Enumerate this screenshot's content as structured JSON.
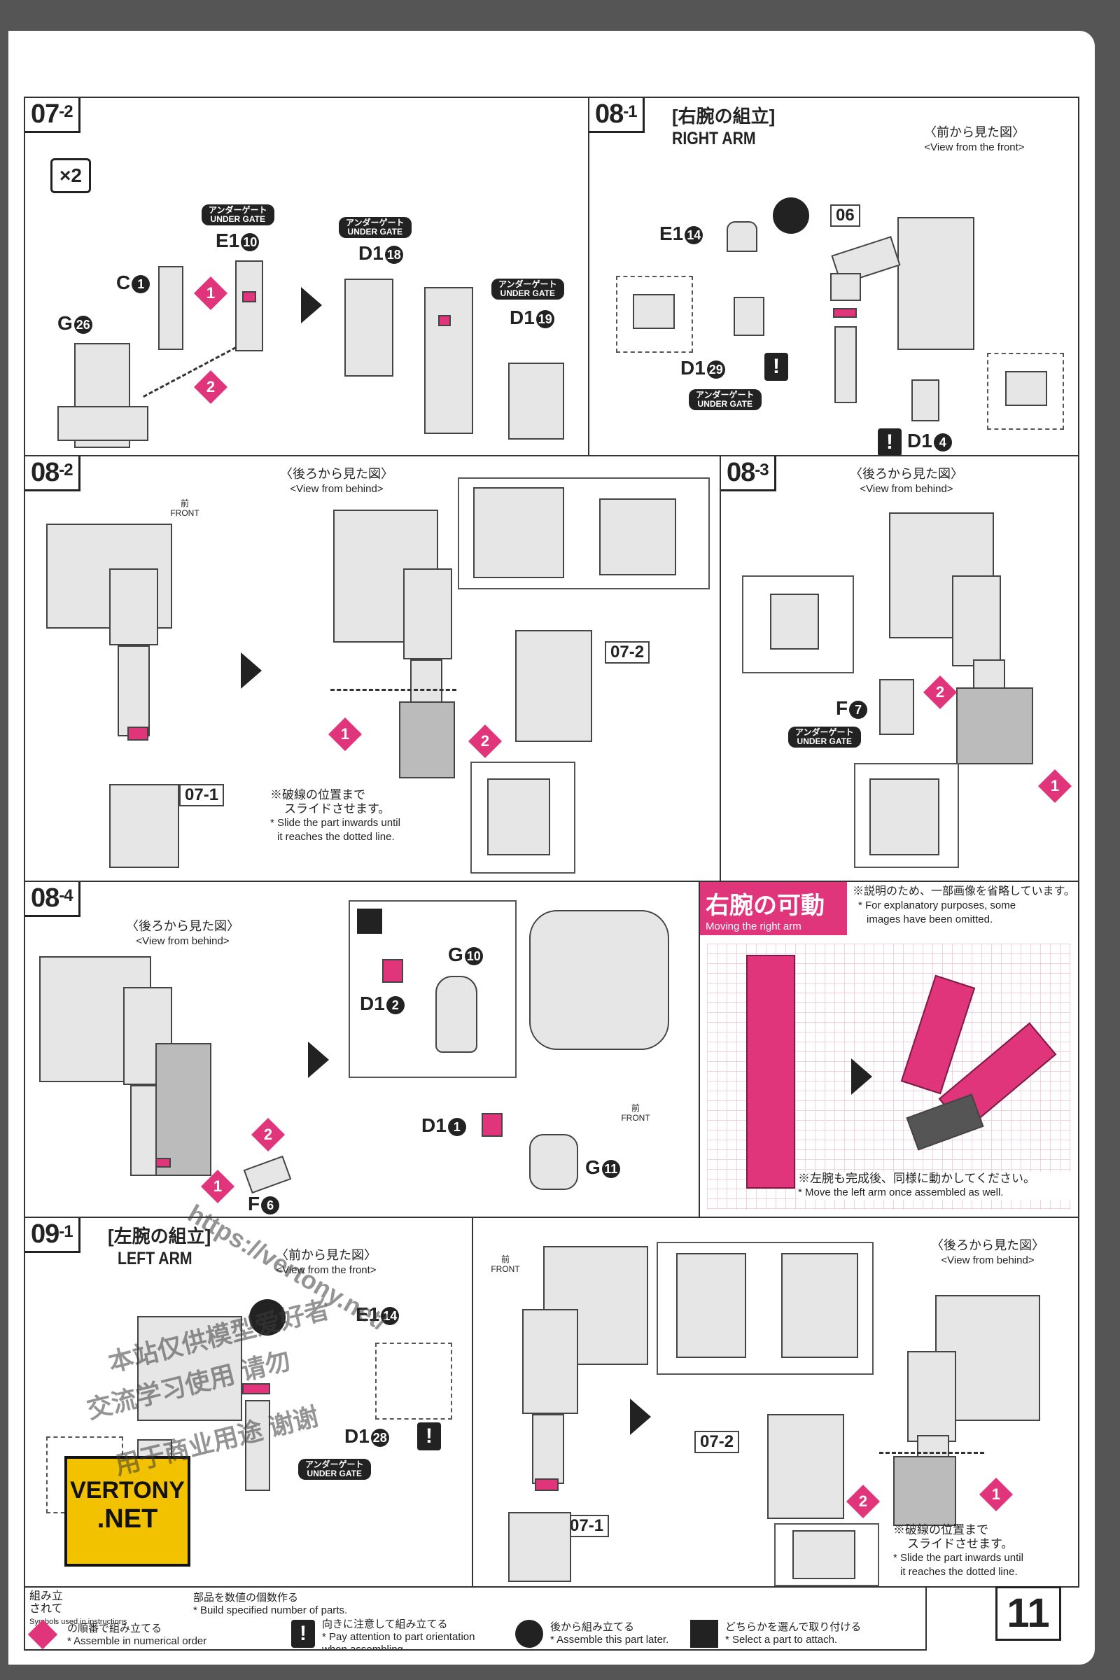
{
  "page_number": "11",
  "step_07_2": {
    "id": "07",
    "sub": "-2",
    "multiplier": "×2",
    "gate_label_jp": "アンダーゲート",
    "gate_label_en": "UNDER GATE",
    "parts": [
      {
        "label": "E1",
        "num": "10"
      },
      {
        "label": "C",
        "num": "1"
      },
      {
        "label": "G",
        "num": "26"
      },
      {
        "label": "D1",
        "num": "18"
      },
      {
        "label": "D1",
        "num": "19"
      }
    ],
    "order": [
      "1",
      "2"
    ]
  },
  "step_08_1": {
    "id": "08",
    "sub": "-1",
    "title_jp": "[右腕の組立]",
    "title_en": "RIGHT ARM",
    "view_jp": "〈前から見た図〉",
    "view_en": "<View from the front>",
    "ref": "06",
    "parts": [
      {
        "label": "E1",
        "num": "14"
      },
      {
        "label": "D1",
        "num": "29"
      },
      {
        "label": "D1",
        "num": "4"
      }
    ],
    "gate_label_jp": "アンダーゲート",
    "gate_label_en": "UNDER GATE"
  },
  "step_08_2": {
    "id": "08",
    "sub": "-2",
    "front_jp": "前",
    "front_en": "FRONT",
    "view_jp": "〈後ろから見た図〉",
    "view_en": "<View from behind>",
    "ref_a": "07-1",
    "ref_b": "07-2",
    "note_jp_1": "※破線の位置まで",
    "note_jp_2": "スライドさせます。",
    "note_en_1": "* Slide the part inwards until",
    "note_en_2": "it reaches the dotted line."
  },
  "step_08_3": {
    "id": "08",
    "sub": "-3",
    "view_jp": "〈後ろから見た図〉",
    "view_en": "<View from behind>",
    "part": {
      "label": "F",
      "num": "7"
    },
    "gate_label_jp": "アンダーゲート",
    "gate_label_en": "UNDER GATE"
  },
  "step_08_4": {
    "id": "08",
    "sub": "-4",
    "view_jp": "〈後ろから見た図〉",
    "view_en": "<View from behind>",
    "parts": [
      {
        "label": "F",
        "num": "6"
      },
      {
        "label": "G",
        "num": "10"
      },
      {
        "label": "D1",
        "num": "2"
      },
      {
        "label": "D1",
        "num": "1"
      },
      {
        "label": "G",
        "num": "11"
      }
    ],
    "front_jp": "前",
    "front_en": "FRONT"
  },
  "moving_right_arm": {
    "title_jp": "右腕の可動",
    "title_en": "Moving the right arm",
    "note_jp": "※説明のため、一部画像を省略しています。",
    "note_en_1": "* For explanatory purposes, some",
    "note_en_2": "images have been omitted.",
    "footer_jp": "※左腕も完成後、同様に動かしてください。",
    "footer_en": "* Move the left arm once assembled as well."
  },
  "step_09_1": {
    "id": "09",
    "sub": "-1",
    "title_jp": "[左腕の組立]",
    "title_en": "LEFT ARM",
    "view_front_jp": "〈前から見た図〉",
    "view_front_en": "<View from the front>",
    "view_behind_jp": "〈後ろから見た図〉",
    "view_behind_en": "<View from behind>",
    "front_jp": "前",
    "front_en": "FRONT",
    "parts": [
      {
        "label": "E1",
        "num": "14"
      },
      {
        "label": "D1",
        "num": "28"
      }
    ],
    "gate_label_jp": "アンダーゲート",
    "gate_label_en": "UNDER GATE",
    "ref_a": "07-1",
    "ref_b": "07-2",
    "note_jp_1": "※破線の位置まで",
    "note_jp_2": "スライドさせます。",
    "note_en_1": "* Slide the part inwards until",
    "note_en_2": "it reaches the dotted line."
  },
  "legend": {
    "title_jp_1": "組み立",
    "title_jp_2": "されて",
    "title_en": "Symbols used in instructions",
    "build_jp": "部品を数値の個数作る",
    "build_en": "* Build specified number of parts.",
    "order_jp": "の順番で組み立てる",
    "order_en": "* Assemble in numerical order",
    "attention_jp": "向きに注意して組み立てる",
    "attention_en_1": "* Pay attention to part orientation",
    "attention_en_2": "when assembling.",
    "later_jp": "後から組み立てる",
    "later_en": "* Assemble this part later.",
    "select_jp": "どちらかを選んで取り付ける",
    "select_en": "* Select a part to attach."
  },
  "watermark": {
    "url": "https://vertony.net/",
    "line_1": "本站仅供模型爱好者",
    "line_2": "交流学习使用 请勿",
    "line_3": "用于商业用途 谢谢",
    "logo_1": "VERTONY",
    "logo_2": ".NET"
  }
}
